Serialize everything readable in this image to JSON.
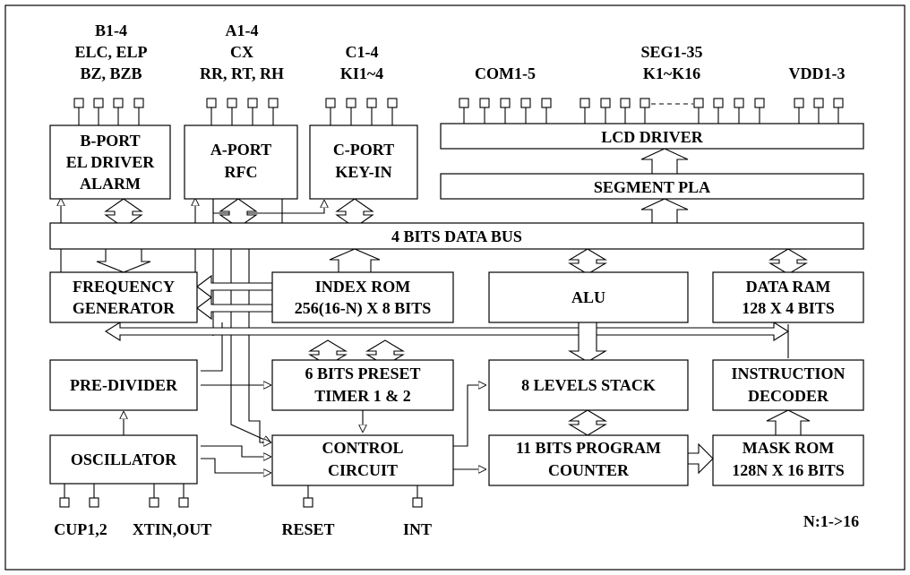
{
  "pin_groups": {
    "b": [
      "B1-4",
      "ELC, ELP",
      "BZ, BZB"
    ],
    "a": [
      "A1-4",
      "CX",
      "RR, RT, RH"
    ],
    "c": [
      "C1-4",
      "KI1~4"
    ],
    "com": "COM1-5",
    "seg": [
      "SEG1-35",
      "K1~K16"
    ],
    "vdd": "VDD1-3"
  },
  "blocks": {
    "b_port": [
      "B-PORT",
      "EL DRIVER",
      "ALARM"
    ],
    "a_port": [
      "A-PORT",
      "RFC"
    ],
    "c_port": [
      "C-PORT",
      "KEY-IN"
    ],
    "lcd_driver": "LCD DRIVER",
    "segment_pla": "SEGMENT PLA",
    "data_bus": "4 BITS DATA BUS",
    "frequency_generator": [
      "FREQUENCY",
      "GENERATOR"
    ],
    "index_rom": [
      "INDEX ROM",
      "256(16-N) X 8 BITS"
    ],
    "alu": "ALU",
    "data_ram": [
      "DATA RAM",
      "128 X 4 BITS"
    ],
    "pre_divider": "PRE-DIVIDER",
    "preset_timer": [
      "6 BITS PRESET",
      "TIMER 1 & 2"
    ],
    "stack": "8 LEVELS STACK",
    "instruction_decoder": [
      "INSTRUCTION",
      "DECODER"
    ],
    "oscillator": "OSCILLATOR",
    "control_circuit": [
      "CONTROL",
      "CIRCUIT"
    ],
    "program_counter": [
      "11 BITS PROGRAM",
      "COUNTER"
    ],
    "mask_rom": [
      "MASK ROM",
      "128N X 16 BITS"
    ]
  },
  "bottom_pins": {
    "cup": "CUP1,2",
    "xtin": "XTIN,OUT",
    "reset": "RESET",
    "int": "INT"
  },
  "note": "N:1->16"
}
